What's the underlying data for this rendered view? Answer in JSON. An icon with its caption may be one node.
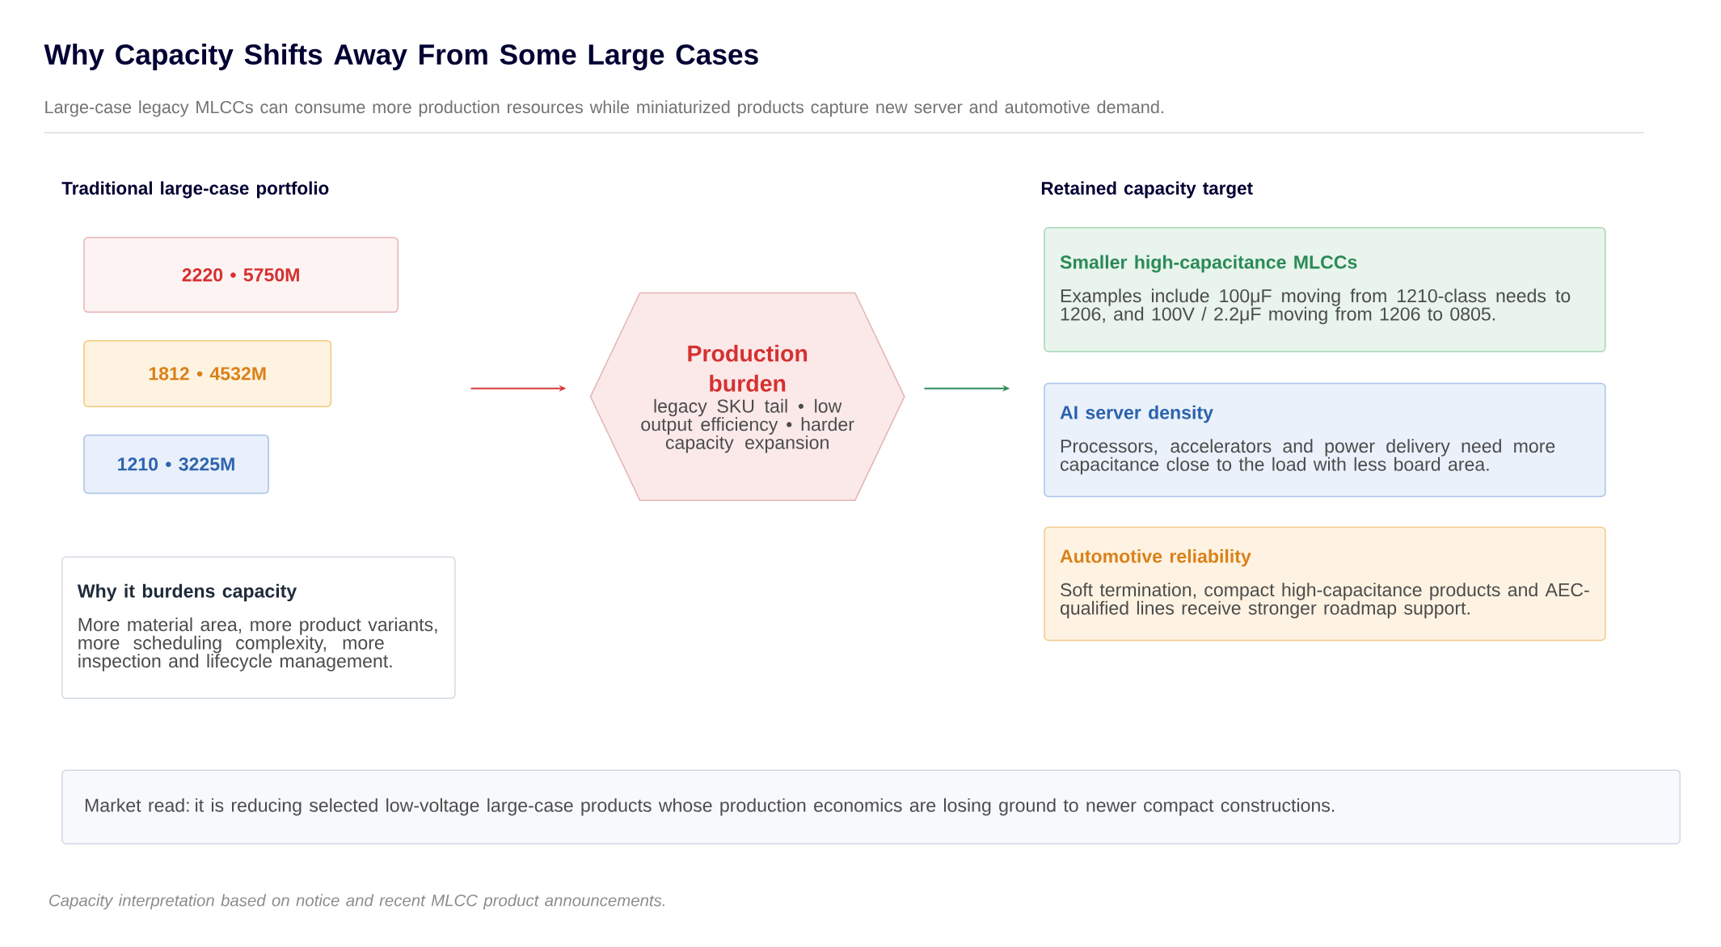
{
  "diagram": {
    "title": "Why Capacity Shifts Away From Some Large Cases",
    "caption": "Capacity interpretation based on notice and recent MLCC product announcements.",
    "nodes": [
      {
        "text": [
          "2220 • 5750M"
        ]
      },
      {
        "text": [
          "1812 • 4532M"
        ]
      },
      {
        "text": [
          "1210 • 3225M"
        ]
      },
      {
        "text": [
          "Why it burdens capacity",
          "More material area, more product variants, more scheduling complexity, more inspection and lifecycle management."
        ]
      },
      {
        "text": [
          "Production burden",
          "legacy SKU tail • low output efficiency • harder capacity expansion"
        ]
      },
      {
        "text": [
          "Smaller high-capacitance MLCCs",
          "Examples include 100μF moving from 1210-class needs to 1206, and 100V / 2.2μF moving from 1206 to 0805."
        ]
      },
      {
        "text": [
          "AI server density",
          "Processors, accelerators and power delivery need more capacitance close to the load with less board area."
        ]
      },
      {
        "text": [
          "Automotive reliability",
          "Soft termination, compact high-capacitance products and AEC-qualified lines receive stronger roadmap support."
        ]
      },
      {
        "text": [
          "Market read: it is reducing selected low-voltage large-case products whose production economics are losing ground to newer compact constructions."
        ]
      }
    ],
    "edges": [
      {
        "from": null,
        "to": 4,
        "arrow": "to",
        "color": "#d63b3b"
      },
      {
        "from": 4,
        "to": null,
        "arrow": "to",
        "color": "#2e8b57"
      }
    ],
    "labels": [
      "Traditional large-case portfolio",
      "Retained capacity target",
      "Large-case legacy MLCCs can consume more production resources while miniaturized products capture new server and automotive demand."
    ]
  }
}
